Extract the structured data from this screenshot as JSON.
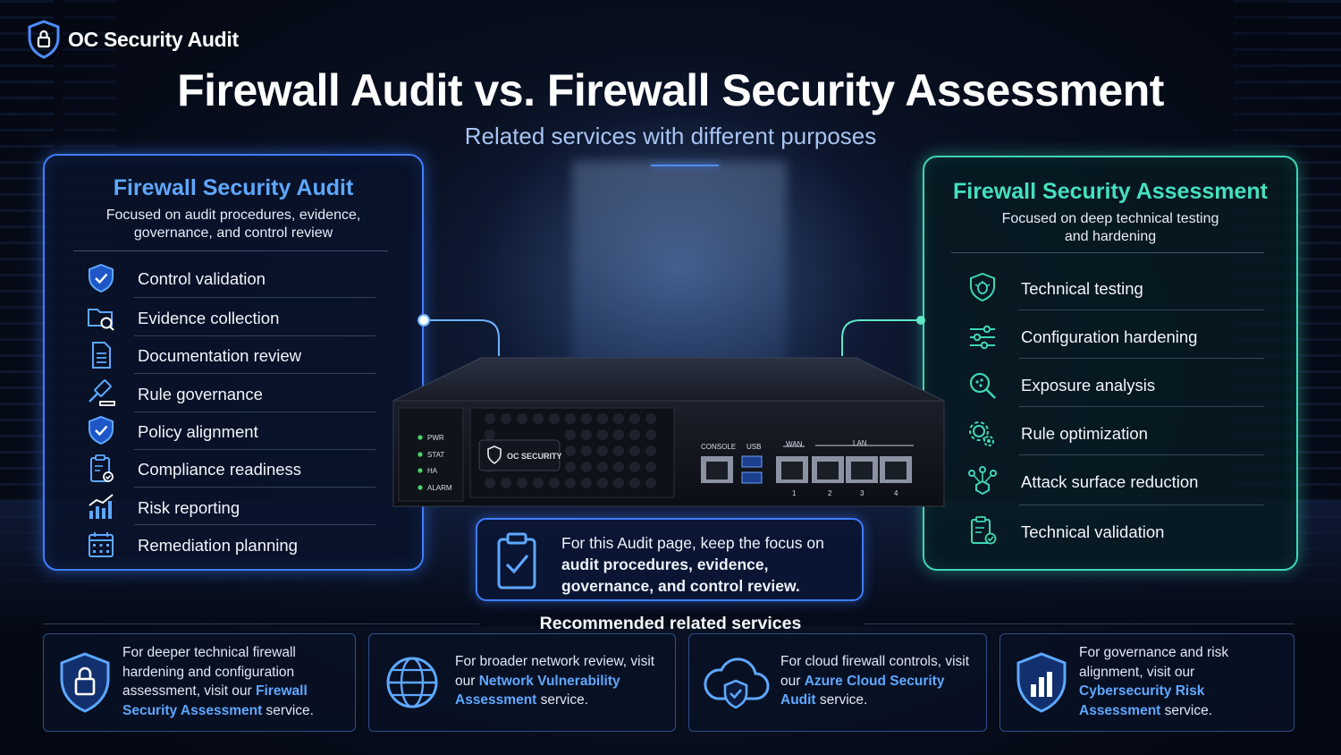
{
  "brand": {
    "name": "OC Security Audit"
  },
  "header": {
    "title": "Firewall Audit vs. Firewall Security Assessment",
    "subtitle": "Related services with different purposes"
  },
  "audit_panel": {
    "title": "Firewall Security Audit",
    "description_line1": "Focused on audit procedures, evidence,",
    "description_line2": "governance, and control review",
    "accent": "#3f7dff",
    "items": [
      {
        "label": "Control validation",
        "icon": "shield-check-icon"
      },
      {
        "label": "Evidence collection",
        "icon": "folder-search-icon"
      },
      {
        "label": "Documentation review",
        "icon": "document-icon"
      },
      {
        "label": "Rule governance",
        "icon": "gavel-icon"
      },
      {
        "label": "Policy alignment",
        "icon": "shield-check-icon"
      },
      {
        "label": "Compliance readiness",
        "icon": "clipboard-check-icon"
      },
      {
        "label": "Risk reporting",
        "icon": "bar-chart-icon"
      },
      {
        "label": "Remediation planning",
        "icon": "calendar-icon"
      }
    ]
  },
  "assessment_panel": {
    "title": "Firewall Security Assessment",
    "description_line1": "Focused on deep technical testing",
    "description_line2": "and hardening",
    "accent": "#3fd6b6",
    "items": [
      {
        "label": "Technical testing",
        "icon": "shield-bug-icon"
      },
      {
        "label": "Configuration hardening",
        "icon": "sliders-icon"
      },
      {
        "label": "Exposure analysis",
        "icon": "magnifier-icon"
      },
      {
        "label": "Rule optimization",
        "icon": "gears-icon"
      },
      {
        "label": "Attack surface reduction",
        "icon": "nodes-icon"
      },
      {
        "label": "Technical validation",
        "icon": "clipboard-check-icon"
      }
    ]
  },
  "device": {
    "leds": [
      "PWR",
      "STAT",
      "HA",
      "ALARM"
    ],
    "badge": "OC SECURITY",
    "console_label": "CONSOLE",
    "usb_label": "USB",
    "wan_label": "WAN",
    "lan_label": "LAN",
    "port_numbers": [
      "1",
      "2",
      "3",
      "4"
    ]
  },
  "note": {
    "lead": "For this Audit page, keep the focus on",
    "emphasis": "audit procedures, evidence, governance, and control review."
  },
  "recommended": {
    "title": "Recommended related services",
    "cards": [
      {
        "icon": "shield-lock-icon",
        "before": "For deeper technical firewall hardening and configuration assessment, visit our",
        "link": "Firewall Security Assessment",
        "after": "service."
      },
      {
        "icon": "globe-icon",
        "before": "For broader network review, visit our",
        "link": "Network Vulnerability Assessment",
        "after": "service."
      },
      {
        "icon": "cloud-shield-icon",
        "before": "For cloud firewall controls, visit our",
        "link": "Azure Cloud Security Audit",
        "after": "service."
      },
      {
        "icon": "shield-chart-icon",
        "before": "For governance and risk alignment, visit our",
        "link": "Cybersecurity Risk Assessment",
        "after": "service."
      }
    ]
  }
}
